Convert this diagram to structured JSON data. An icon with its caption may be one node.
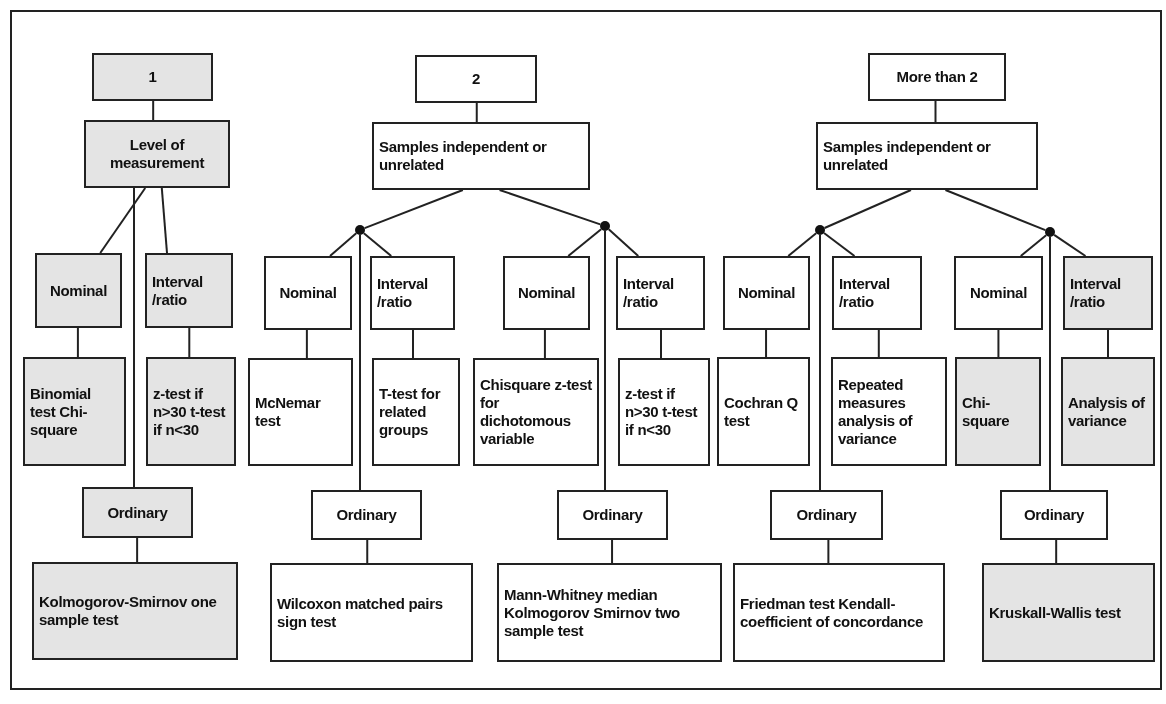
{
  "diagram": {
    "nodes": [
      {
        "text": [
          "1"
        ]
      },
      {
        "text": [
          "Level of measurement"
        ]
      },
      {
        "text": [
          "Nominal"
        ]
      },
      {
        "text": [
          "Interval /ratio"
        ]
      },
      {
        "text": [
          "Binomial test Chi-square"
        ]
      },
      {
        "text": [
          "z-test if n>30 t-test if n<30"
        ]
      },
      {
        "text": [
          "Ordinary"
        ]
      },
      {
        "text": [
          "Kolmogorov-Smirnov one sample test"
        ]
      },
      {
        "text": [
          "2"
        ]
      },
      {
        "text": [
          "Samples independent or unrelated"
        ]
      },
      {
        "text": [],
        "shape": "circle"
      },
      {
        "text": [
          "Nominal"
        ]
      },
      {
        "text": [
          "Interval /ratio"
        ]
      },
      {
        "text": [
          "McNemar test"
        ]
      },
      {
        "text": [
          "T-test for related groups"
        ]
      },
      {
        "text": [
          "Ordinary"
        ]
      },
      {
        "text": [
          "Wilcoxon matched pairs sign test"
        ]
      },
      {
        "text": [],
        "shape": "circle"
      },
      {
        "text": [
          "Nominal"
        ]
      },
      {
        "text": [
          "Interval /ratio"
        ]
      },
      {
        "text": [
          "Chisquare z-test for dichotomous variable"
        ]
      },
      {
        "text": [
          "z-test if n>30 t-test if n<30"
        ]
      },
      {
        "text": [
          "Ordinary"
        ]
      },
      {
        "text": [
          "Mann-Whitney median Kolmogorov Smirnov two sample test"
        ]
      },
      {
        "text": [
          "More than 2"
        ]
      },
      {
        "text": [
          "Samples independent or unrelated"
        ]
      },
      {
        "text": [],
        "shape": "circle"
      },
      {
        "text": [
          "Nominal"
        ]
      },
      {
        "text": [
          "Interval /ratio"
        ]
      },
      {
        "text": [
          "Cochran Q test"
        ]
      },
      {
        "text": [
          "Repeated measures analysis of variance"
        ]
      },
      {
        "text": [
          "Ordinary"
        ]
      },
      {
        "text": [
          "Friedman test Kendall-coefficient of concordance"
        ]
      },
      {
        "text": [],
        "shape": "circle"
      },
      {
        "text": [
          "Nominal"
        ]
      },
      {
        "text": [
          "Interval /ratio"
        ]
      },
      {
        "text": [
          "Chi-square"
        ]
      },
      {
        "text": [
          "Analysis of variance"
        ]
      },
      {
        "text": [
          "Ordinary"
        ]
      },
      {
        "text": [
          "Kruskall-Wallis test"
        ]
      }
    ],
    "edges": [
      {
        "from": 0,
        "to": 1,
        "arrow": "none"
      },
      {
        "from": 1,
        "to": 2,
        "arrow": "none"
      },
      {
        "from": 1,
        "to": 3,
        "arrow": "none"
      },
      {
        "from": 1,
        "to": 6,
        "arrow": "none"
      },
      {
        "from": 2,
        "to": 4,
        "arrow": "none"
      },
      {
        "from": 3,
        "to": 5,
        "arrow": "none"
      },
      {
        "from": 6,
        "to": 7,
        "arrow": "none"
      },
      {
        "from": 8,
        "to": 9,
        "arrow": "none"
      },
      {
        "from": 9,
        "to": 10,
        "arrow": "none"
      },
      {
        "from": 9,
        "to": 17,
        "arrow": "none"
      },
      {
        "from": 10,
        "to": 11,
        "arrow": "none"
      },
      {
        "from": 10,
        "to": 12,
        "arrow": "none"
      },
      {
        "from": 10,
        "to": 15,
        "arrow": "none"
      },
      {
        "from": 11,
        "to": 13,
        "arrow": "none"
      },
      {
        "from": 12,
        "to": 14,
        "arrow": "none"
      },
      {
        "from": 15,
        "to": 16,
        "arrow": "none"
      },
      {
        "from": 17,
        "to": 18,
        "arrow": "none"
      },
      {
        "from": 17,
        "to": 19,
        "arrow": "none"
      },
      {
        "from": 17,
        "to": 22,
        "arrow": "none"
      },
      {
        "from": 18,
        "to": 20,
        "arrow": "none"
      },
      {
        "from": 19,
        "to": 21,
        "arrow": "none"
      },
      {
        "from": 22,
        "to": 23,
        "arrow": "none"
      },
      {
        "from": 24,
        "to": 25,
        "arrow": "none"
      },
      {
        "from": 25,
        "to": 26,
        "arrow": "none"
      },
      {
        "from": 25,
        "to": 33,
        "arrow": "none"
      },
      {
        "from": 26,
        "to": 27,
        "arrow": "none"
      },
      {
        "from": 26,
        "to": 28,
        "arrow": "none"
      },
      {
        "from": 26,
        "to": 31,
        "arrow": "none"
      },
      {
        "from": 27,
        "to": 29,
        "arrow": "none"
      },
      {
        "from": 28,
        "to": 30,
        "arrow": "none"
      },
      {
        "from": 31,
        "to": 32,
        "arrow": "none"
      },
      {
        "from": 33,
        "to": 34,
        "arrow": "none"
      },
      {
        "from": 33,
        "to": 35,
        "arrow": "none"
      },
      {
        "from": 33,
        "to": 38,
        "arrow": "none"
      },
      {
        "from": 34,
        "to": 36,
        "arrow": "none"
      },
      {
        "from": 35,
        "to": 37,
        "arrow": "none"
      },
      {
        "from": 38,
        "to": 39,
        "arrow": "none"
      }
    ]
  }
}
